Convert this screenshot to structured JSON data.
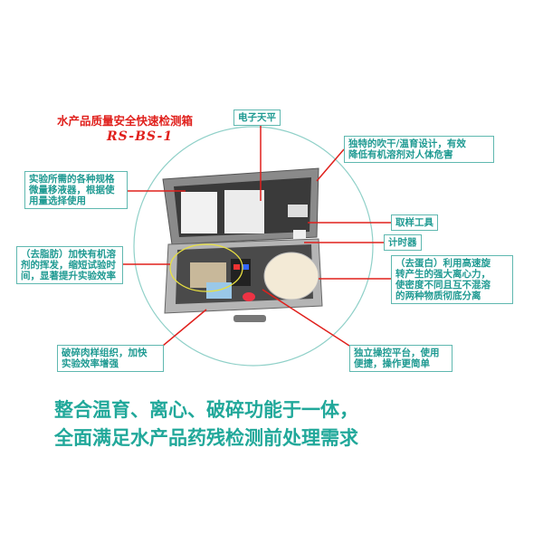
{
  "title": "水产品质量安全快速检测箱",
  "model": "RS-BS-1",
  "callouts": {
    "balance": "电子天平",
    "dryer": "独特的吹干/温育设计，有效\n降低有机溶剂对人体危害",
    "pipette": "实验所需的各种规格\n微量移液器，根据使\n用量选择使用",
    "sampling": "取样工具",
    "timer": "计时器",
    "degrease": "（去脂肪）加快有机溶\n剂的挥发，缩短试验时\n间，显著提升实验效率",
    "centrifuge": "（去蛋白）利用高速旋\n转产生的强大离心力，\n使密度不同且互不混溶\n的两种物质彻底分离",
    "crusher": "破碎肉样组织，加快\n实验效率增强",
    "control": "独立操控平台，使用\n便捷，操作更简单"
  },
  "summary": {
    "line1": "整合温育、离心、破碎功能于一体，",
    "line2": "全面满足水产品药残检测前处理需求"
  },
  "colors": {
    "accent_red": "#e0201c",
    "teal": "#1f9a92"
  }
}
